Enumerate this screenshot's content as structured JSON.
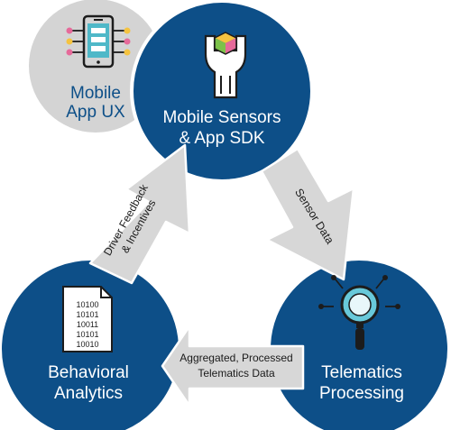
{
  "colors": {
    "blue": "#0d4f88",
    "blue_dark": "#0a3f6d",
    "grey_circle": "#d4d4d4",
    "arrow_fill": "#d7d7d7",
    "arrow_stroke": "#ffffff",
    "arrow_text": "#1a1a1a",
    "mobile_text": "#0d4f88",
    "white": "#ffffff",
    "icon_dark": "#1c1c1c",
    "icon_teal": "#4fb8c8",
    "icon_cyan": "#68c9da",
    "icon_yellow": "#f5c340",
    "icon_pink": "#e66a9a",
    "icon_orange": "#f08a3c",
    "icon_green": "#7cc24a"
  },
  "nodes": {
    "mobile_app_ux": {
      "line1": "Mobile",
      "line2": "App UX",
      "icon": "smartphone-app-icon"
    },
    "mobile_sensors": {
      "line1": "Mobile Sensors",
      "line2": "& App SDK",
      "icon": "wrench-cube-icon"
    },
    "telematics": {
      "line1": "Telematics",
      "line2": "Processing",
      "icon": "magnifier-network-icon"
    },
    "behavioral": {
      "line1": "Behavioral",
      "line2": "Analytics",
      "icon": "binary-document-icon"
    }
  },
  "arrows": {
    "sensor_data": {
      "label": "Sensor Data"
    },
    "aggregated": {
      "line1": "Aggregated, Processed",
      "line2": "Telematics Data"
    },
    "feedback": {
      "line1": "Driver Feedback",
      "line2": "& Incentives"
    }
  },
  "doc_lines": [
    "10100",
    "10101",
    "10011",
    "10101",
    "10010"
  ]
}
